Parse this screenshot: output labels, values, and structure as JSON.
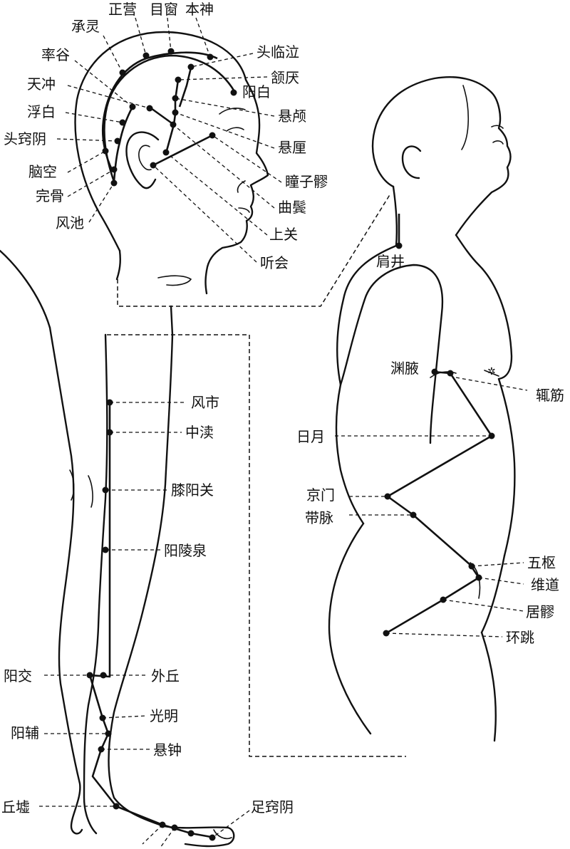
{
  "points": {
    "zhengying": "正营",
    "muchuang": "目窗",
    "benshen": "本神",
    "chengling": "承灵",
    "shuaigu": "率谷",
    "toulinqi": "头临泣",
    "hanyan": "颔厌",
    "tianchong": "天冲",
    "yangbai": "阳白",
    "fubai": "浮白",
    "xuanlu": "悬颅",
    "touqiaoyin": "头窍阴",
    "xuanli": "悬厘",
    "naokong": "脑空",
    "tongziliao": "瞳子髎",
    "wangu": "完骨",
    "qubin": "曲鬓",
    "fengchi": "风池",
    "shangguan": "上关",
    "tinghui": "听会",
    "jianjing": "肩井",
    "yuanye": "渊腋",
    "zhejin": "辄筋",
    "riyue": "日月",
    "jingmen": "京门",
    "daimai": "带脉",
    "wushu": "五枢",
    "weidao": "维道",
    "juliao": "居髎",
    "huantiao": "环跳",
    "fengshi": "风市",
    "zhongdu": "中渎",
    "xiyangguan": "膝阳关",
    "yanglingquan": "阳陵泉",
    "yangjiao": "阳交",
    "waiqiu": "外丘",
    "guangming": "光明",
    "yangfu": "阳辅",
    "xuanzhong": "悬钟",
    "qiuxu": "丘墟",
    "zuqiaoyin": "足窍阴"
  }
}
